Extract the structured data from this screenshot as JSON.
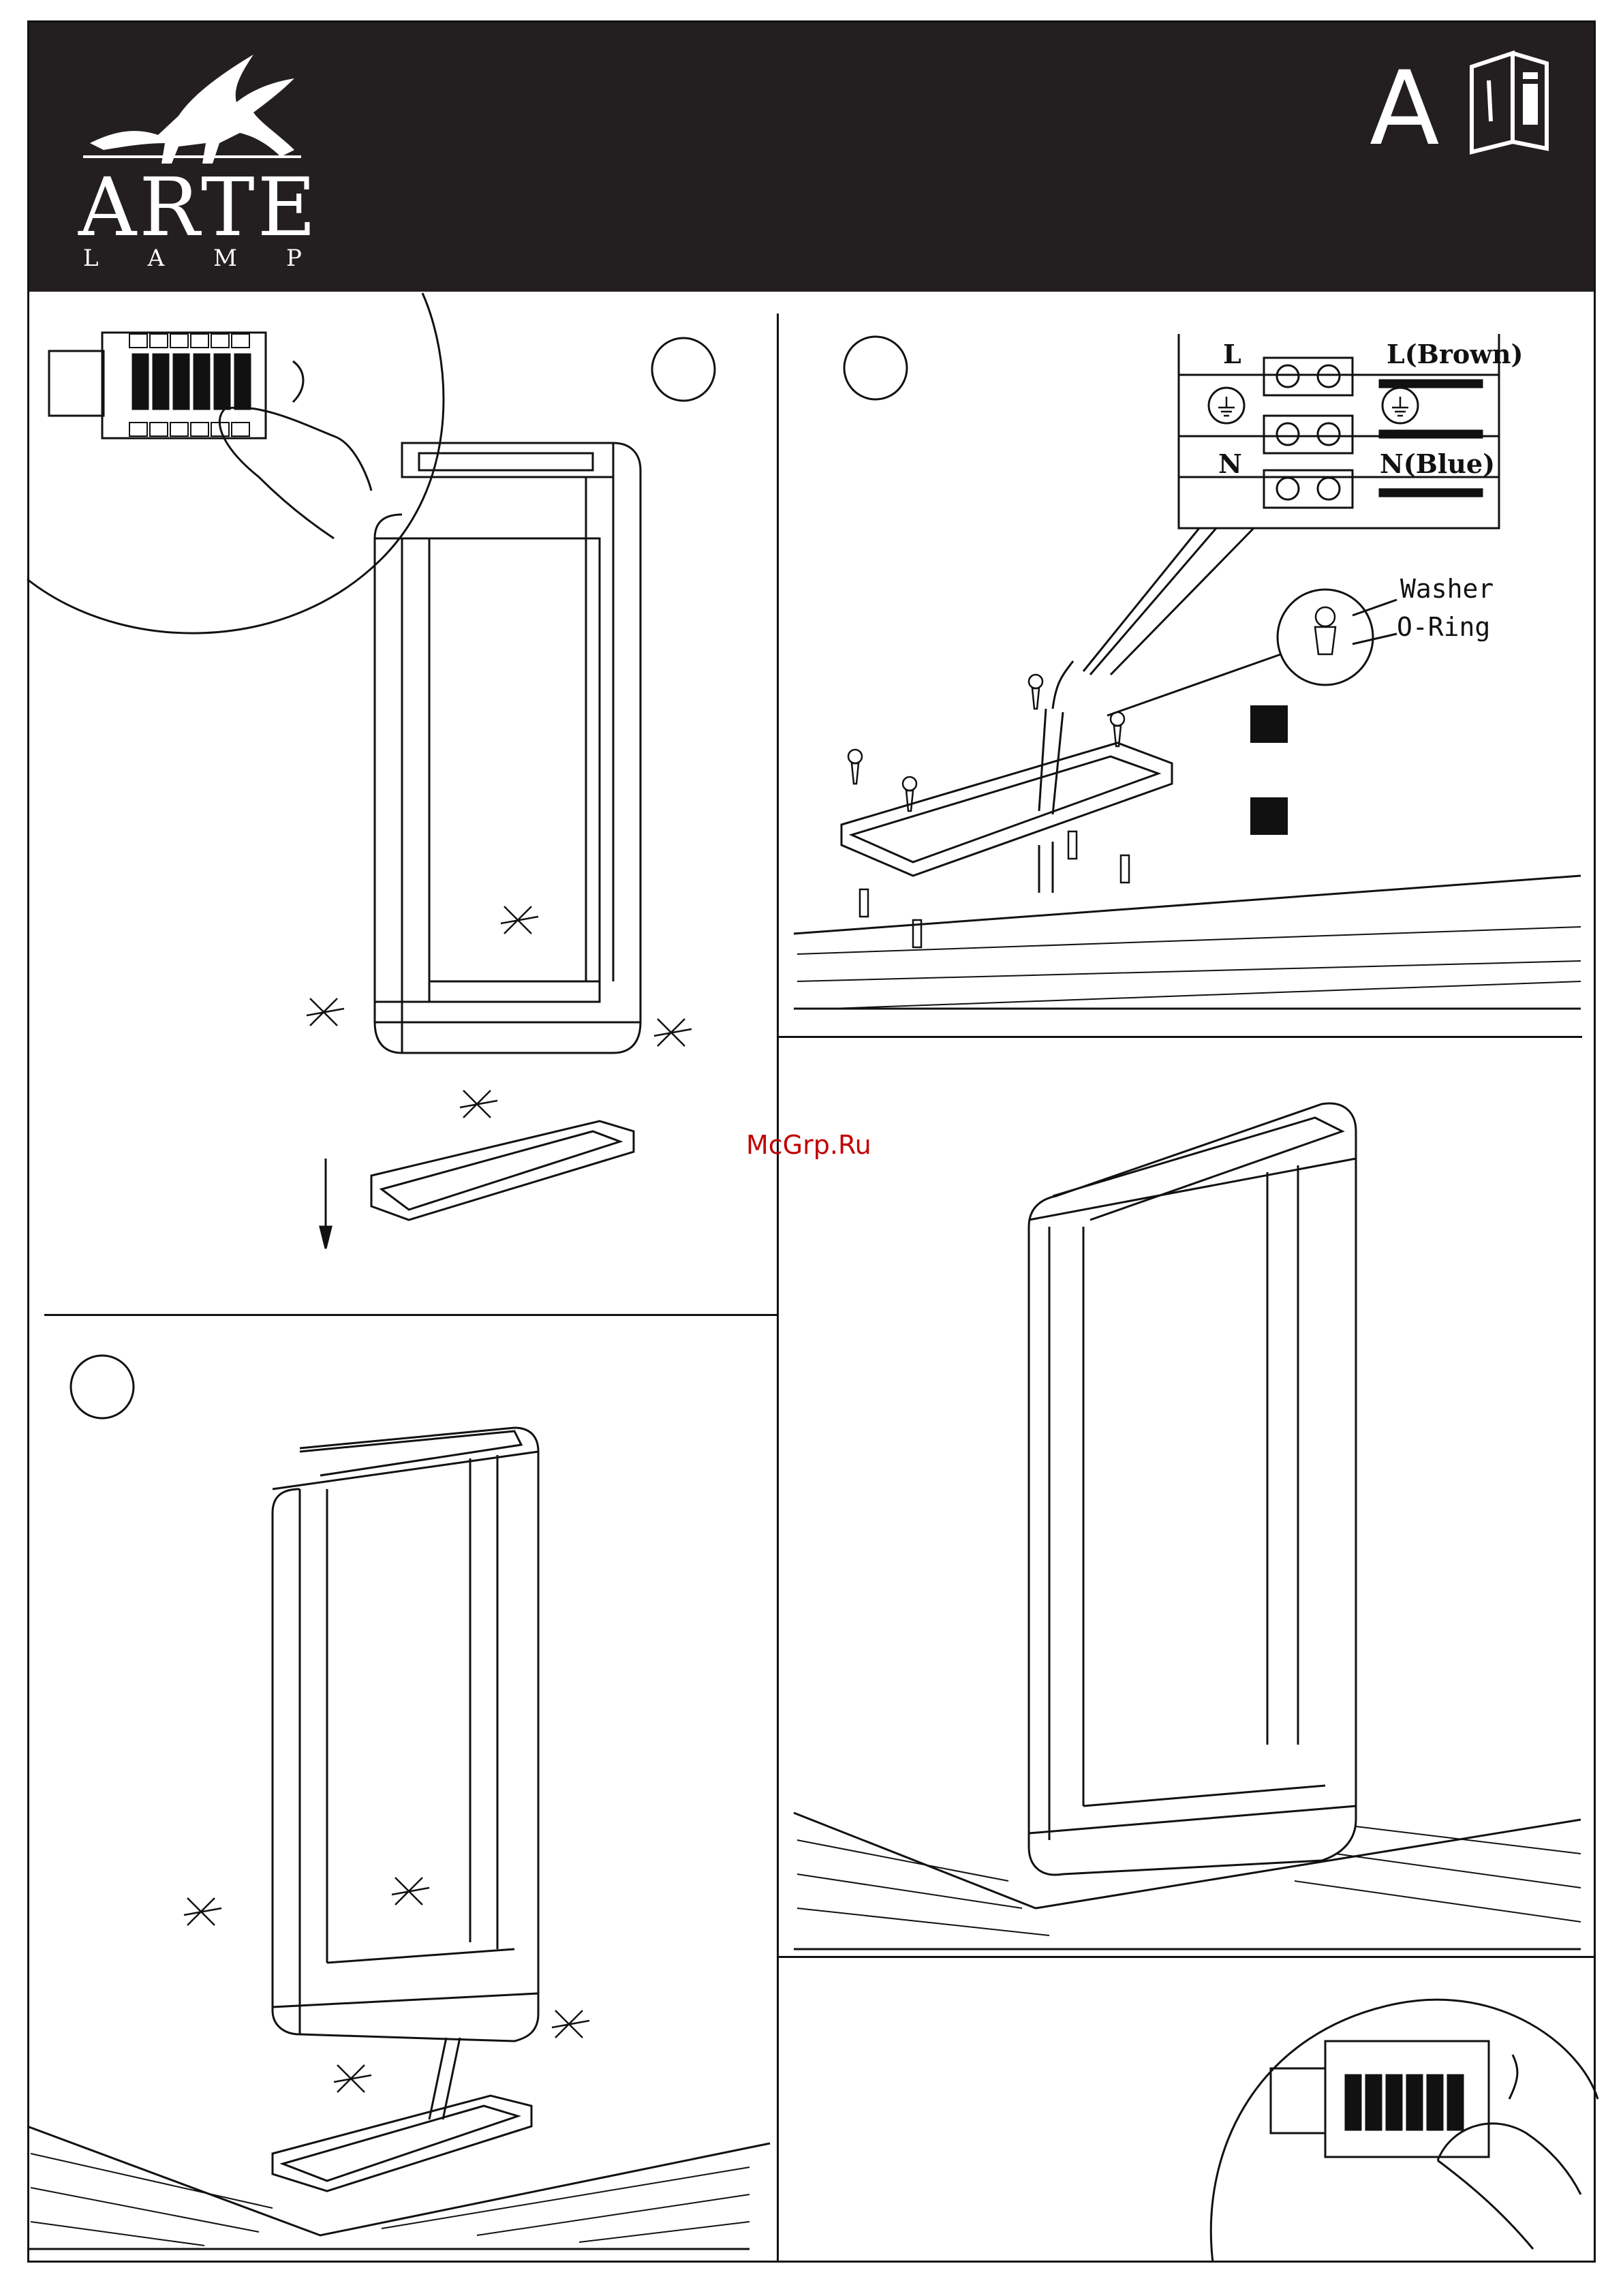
{
  "header": {
    "brand_name": "ARTE",
    "brand_sub": "LAMP",
    "section_letter": "A",
    "info_icon": "info-book-icon"
  },
  "wiring": {
    "terminal_left_top": "L",
    "terminal_left_bottom": "N",
    "terminal_right_top": "L(Brown)",
    "terminal_right_bottom": "N(Blue)"
  },
  "screw_callout": {
    "washer_label": "Washer",
    "oring_label": "O-Ring"
  },
  "watermark": "McGrp.Ru",
  "step_markers": [
    "circle-step-1",
    "circle-step-2",
    "circle-step-3"
  ],
  "colors": {
    "header_bg": "#231f20",
    "line": "#111111",
    "watermark": "#c00000"
  }
}
